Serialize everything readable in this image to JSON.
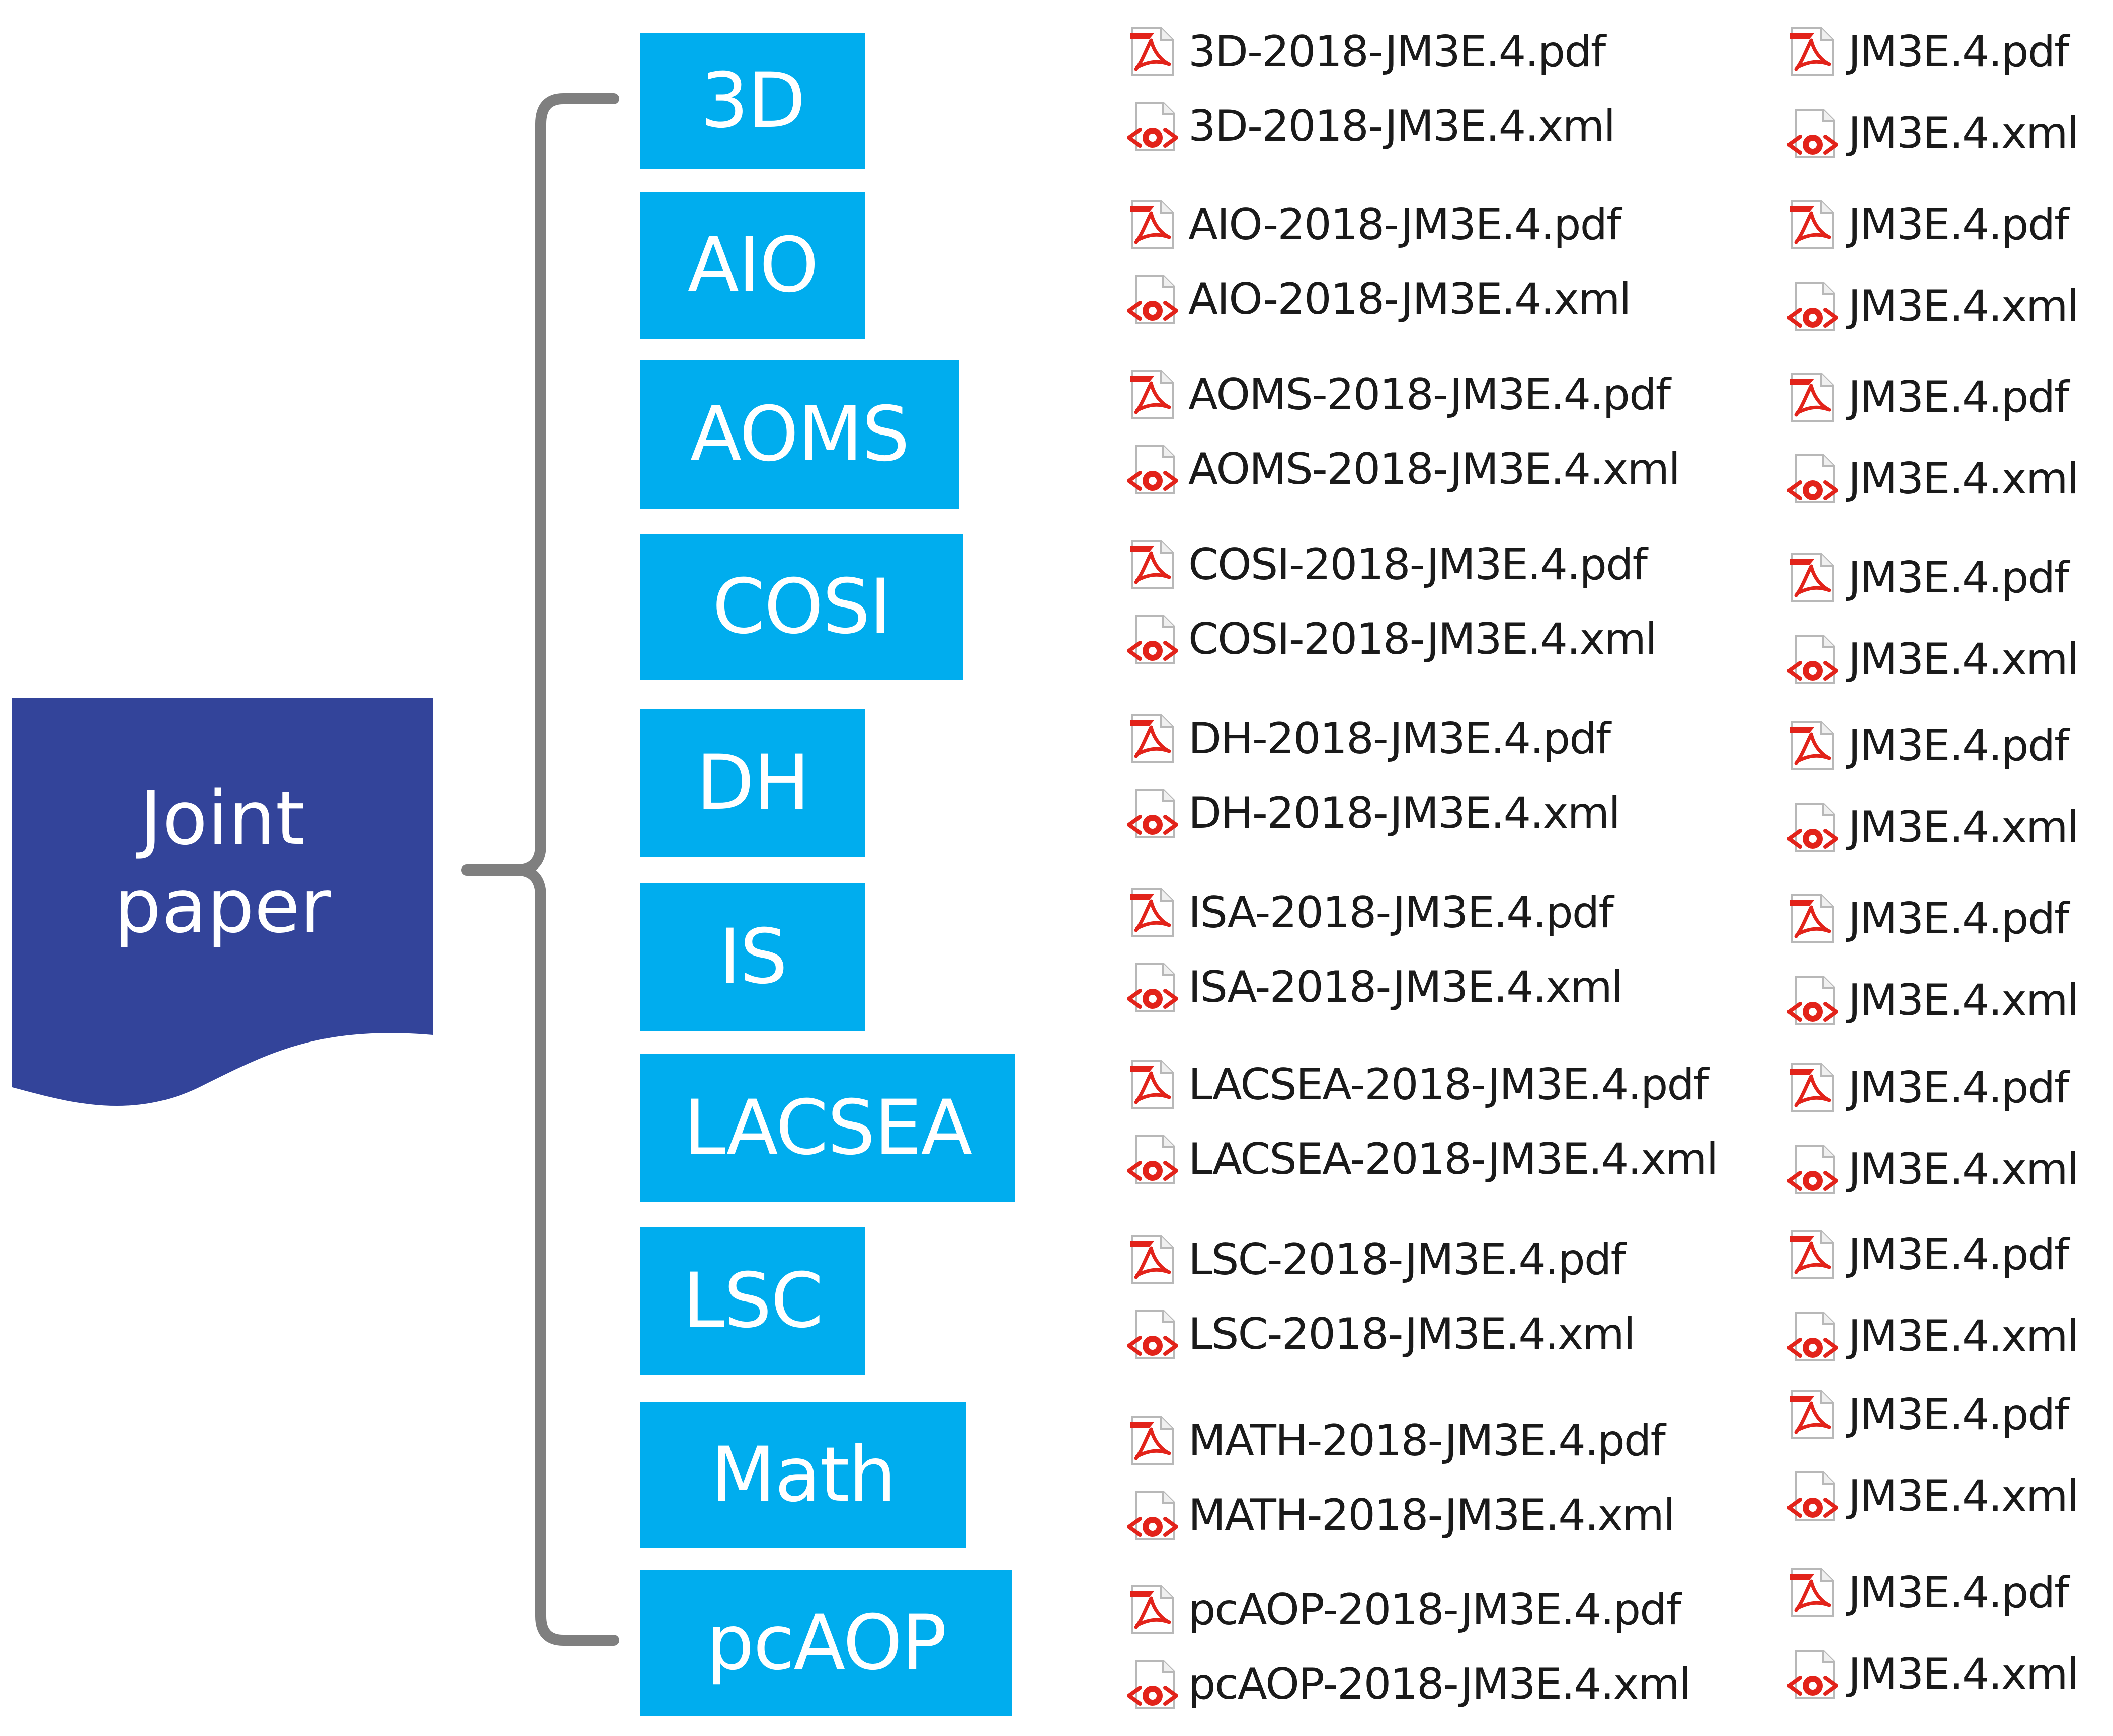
{
  "root": {
    "line1": "Joint",
    "line2": "paper"
  },
  "categories": [
    {
      "label": "3D",
      "files": [
        "3D-2018-JM3E.4.pdf",
        "3D-2018-JM3E.4.xml"
      ],
      "sub_files": [
        "JM3E.4.pdf",
        "JM3E.4.xml"
      ]
    },
    {
      "label": "AIO",
      "files": [
        "AIO-2018-JM3E.4.pdf",
        "AIO-2018-JM3E.4.xml"
      ],
      "sub_files": [
        "JM3E.4.pdf",
        "JM3E.4.xml"
      ]
    },
    {
      "label": "AOMS",
      "files": [
        "AOMS-2018-JM3E.4.pdf",
        "AOMS-2018-JM3E.4.xml"
      ],
      "sub_files": [
        "JM3E.4.pdf",
        "JM3E.4.xml"
      ]
    },
    {
      "label": "COSI",
      "files": [
        "COSI-2018-JM3E.4.pdf",
        "COSI-2018-JM3E.4.xml"
      ],
      "sub_files": [
        "JM3E.4.pdf",
        "JM3E.4.xml"
      ]
    },
    {
      "label": "DH",
      "files": [
        "DH-2018-JM3E.4.pdf",
        "DH-2018-JM3E.4.xml"
      ],
      "sub_files": [
        "JM3E.4.pdf",
        "JM3E.4.xml"
      ]
    },
    {
      "label": "IS",
      "files": [
        "ISA-2018-JM3E.4.pdf",
        "ISA-2018-JM3E.4.xml"
      ],
      "sub_files": [
        "JM3E.4.pdf",
        "JM3E.4.xml"
      ]
    },
    {
      "label": "LACSEA",
      "files": [
        "LACSEA-2018-JM3E.4.pdf",
        "LACSEA-2018-JM3E.4.xml"
      ],
      "sub_files": [
        "JM3E.4.pdf",
        "JM3E.4.xml"
      ]
    },
    {
      "label": "LSC",
      "files": [
        "LSC-2018-JM3E.4.pdf",
        "LSC-2018-JM3E.4.xml"
      ],
      "sub_files": [
        "JM3E.4.pdf",
        "JM3E.4.xml"
      ]
    },
    {
      "label": "Math",
      "files": [
        "MATH-2018-JM3E.4.pdf",
        "MATH-2018-JM3E.4.xml"
      ],
      "sub_files": [
        "JM3E.4.pdf",
        "JM3E.4.xml"
      ]
    },
    {
      "label": "pcAOP",
      "files": [
        "pcAOP-2018-JM3E.4.pdf",
        "pcAOP-2018-JM3E.4.xml"
      ],
      "sub_files": [
        "JM3E.4.pdf",
        "JM3E.4.xml"
      ]
    }
  ],
  "icons": {
    "pdf": "pdf-file-icon",
    "xml": "xml-file-icon"
  },
  "colors": {
    "root_fill": "#33449a",
    "category_fill": "#00adee",
    "bracket": "#7f7f7f",
    "icon_red": "#e2231a",
    "text": "#1a1a1a"
  }
}
